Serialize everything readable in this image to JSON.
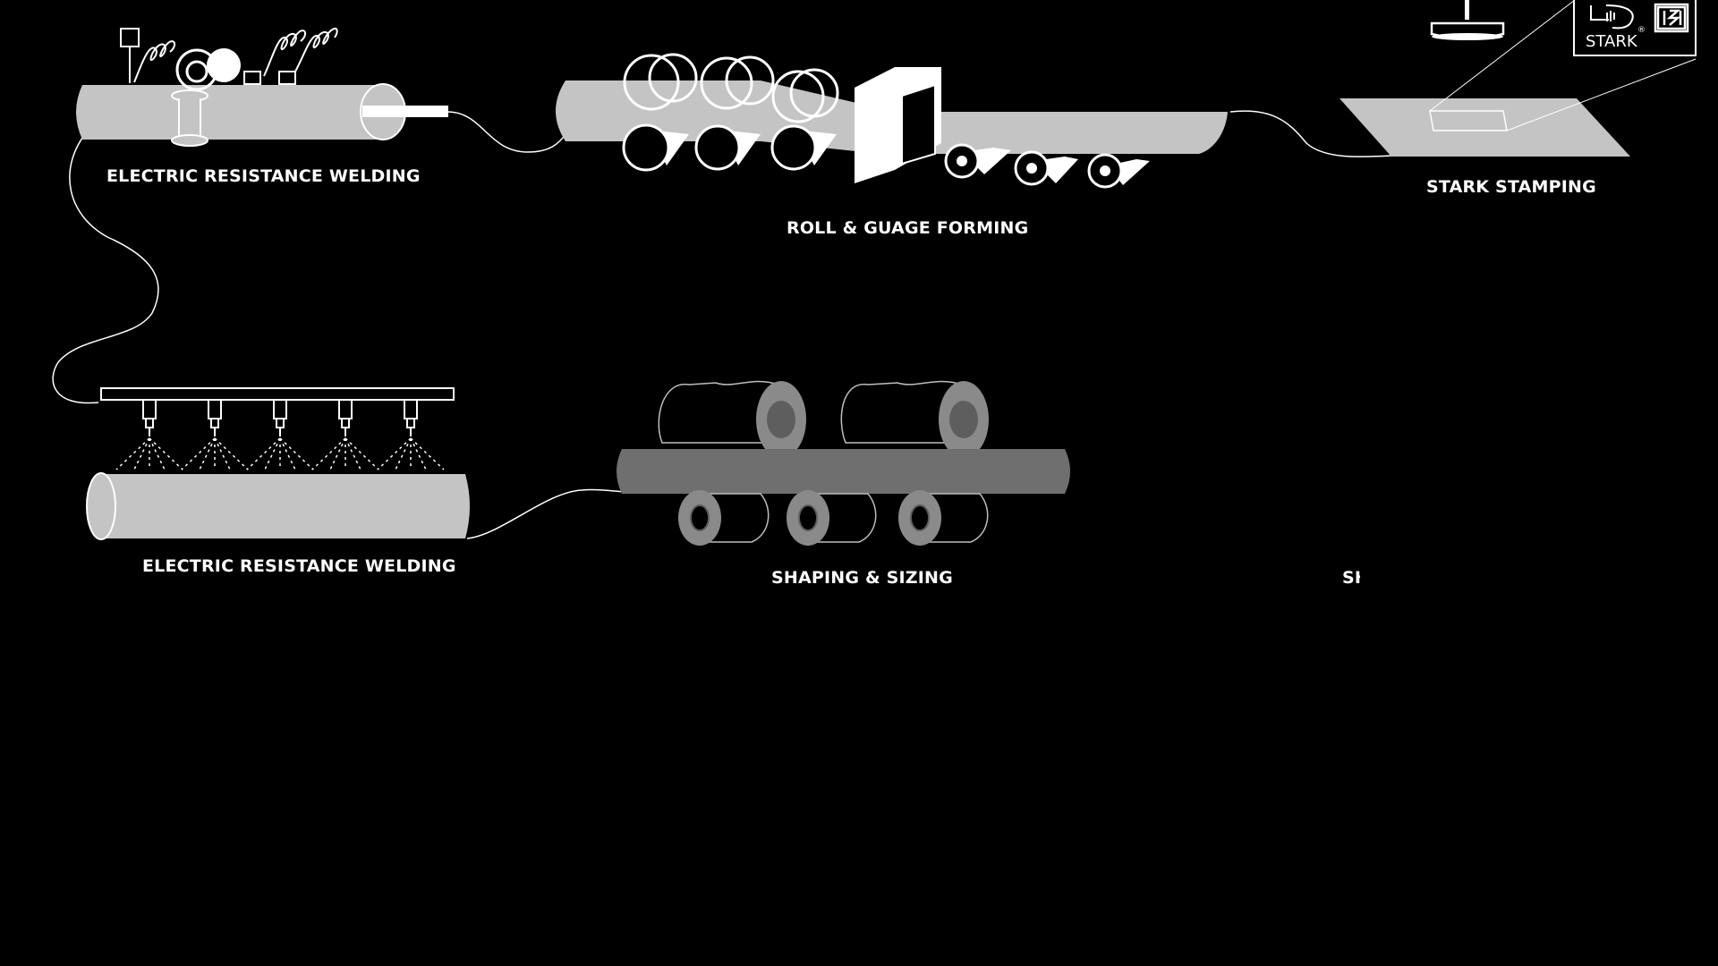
{
  "colors": {
    "background": "#000000",
    "pipe_light": "#c4c4c4",
    "pipe_dark": "#6f6f6f",
    "roller_gray": "#8a8a8a",
    "line": "#ffffff"
  },
  "stages": {
    "erw_top": {
      "label": "ELECTRIC RESISTANCE WELDING"
    },
    "roll_forming": {
      "label": "ROLL & GUAGE FORMING"
    },
    "stamping": {
      "label": "STARK STAMPING"
    },
    "erw_bottom": {
      "label": "ELECTRIC RESISTANCE WELDING"
    },
    "shaping": {
      "label": "SHAPING & SIZING"
    },
    "partial": {
      "label": "SH"
    }
  },
  "logo": {
    "brand_text": "STARK",
    "registered_mark": "®",
    "cert_mark": "ISI"
  }
}
